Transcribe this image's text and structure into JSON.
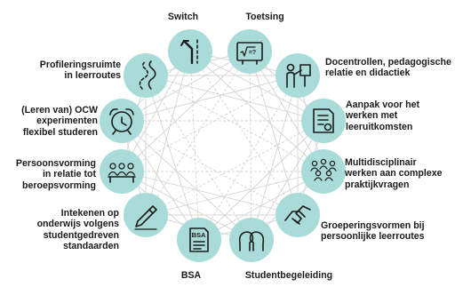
{
  "colors": {
    "circle_fill": "#a9dcd8",
    "web_line": "#d4d4d4",
    "icon_stroke": "#1c1c1c",
    "text": "#1b1b1b"
  },
  "nodes": [
    {
      "id": "switch",
      "icon": "road-fork-arrows-icon",
      "label": [
        "Switch"
      ]
    },
    {
      "id": "toetsing",
      "icon": "chalkboard-sqrt-icon",
      "label": [
        "Toetsing"
      ]
    },
    {
      "id": "docentrollen",
      "icon": "teacher-presentation-icon",
      "label": [
        "Docentrollen, pedagogische",
        "relatie en didactiek"
      ]
    },
    {
      "id": "aanpak",
      "icon": "certificate-document-icon",
      "label": [
        "Aanpak voor het",
        "werken met",
        "leeruitkomsten"
      ]
    },
    {
      "id": "multidisciplinair",
      "icon": "people-group-icon",
      "label": [
        "Multidisciplinair",
        "werken aan complexe",
        "praktijkvragen"
      ]
    },
    {
      "id": "groeperingsvormen",
      "icon": "handshake-icon",
      "label": [
        "Groeperingsvormen bij",
        "persoonlijke leerroutes"
      ]
    },
    {
      "id": "studentbegeleiding",
      "icon": "two-heads-talking-icon",
      "label": [
        "Studentbegeleiding"
      ]
    },
    {
      "id": "bsa",
      "icon": "bsa-document-icon",
      "icon_text": "BSA",
      "label": [
        "BSA"
      ]
    },
    {
      "id": "intekenen",
      "icon": "pencil-writing-icon",
      "label": [
        "Intekenen op",
        "onderwijs volgens",
        "studentgedreven",
        "standaarden"
      ]
    },
    {
      "id": "persoonsvorming",
      "icon": "group-discussion-icon",
      "label": [
        "Persoonsvorming",
        "in relatie tot",
        "beroepsvorming"
      ]
    },
    {
      "id": "ocw",
      "icon": "alarm-clock-icon",
      "label": [
        "(Leren van) OCW",
        "experimenten",
        "flexibel studeren"
      ]
    },
    {
      "id": "profileringsruimte",
      "icon": "winding-path-icon",
      "label": [
        "Profileringsruimte",
        "in leerroutes"
      ]
    }
  ]
}
